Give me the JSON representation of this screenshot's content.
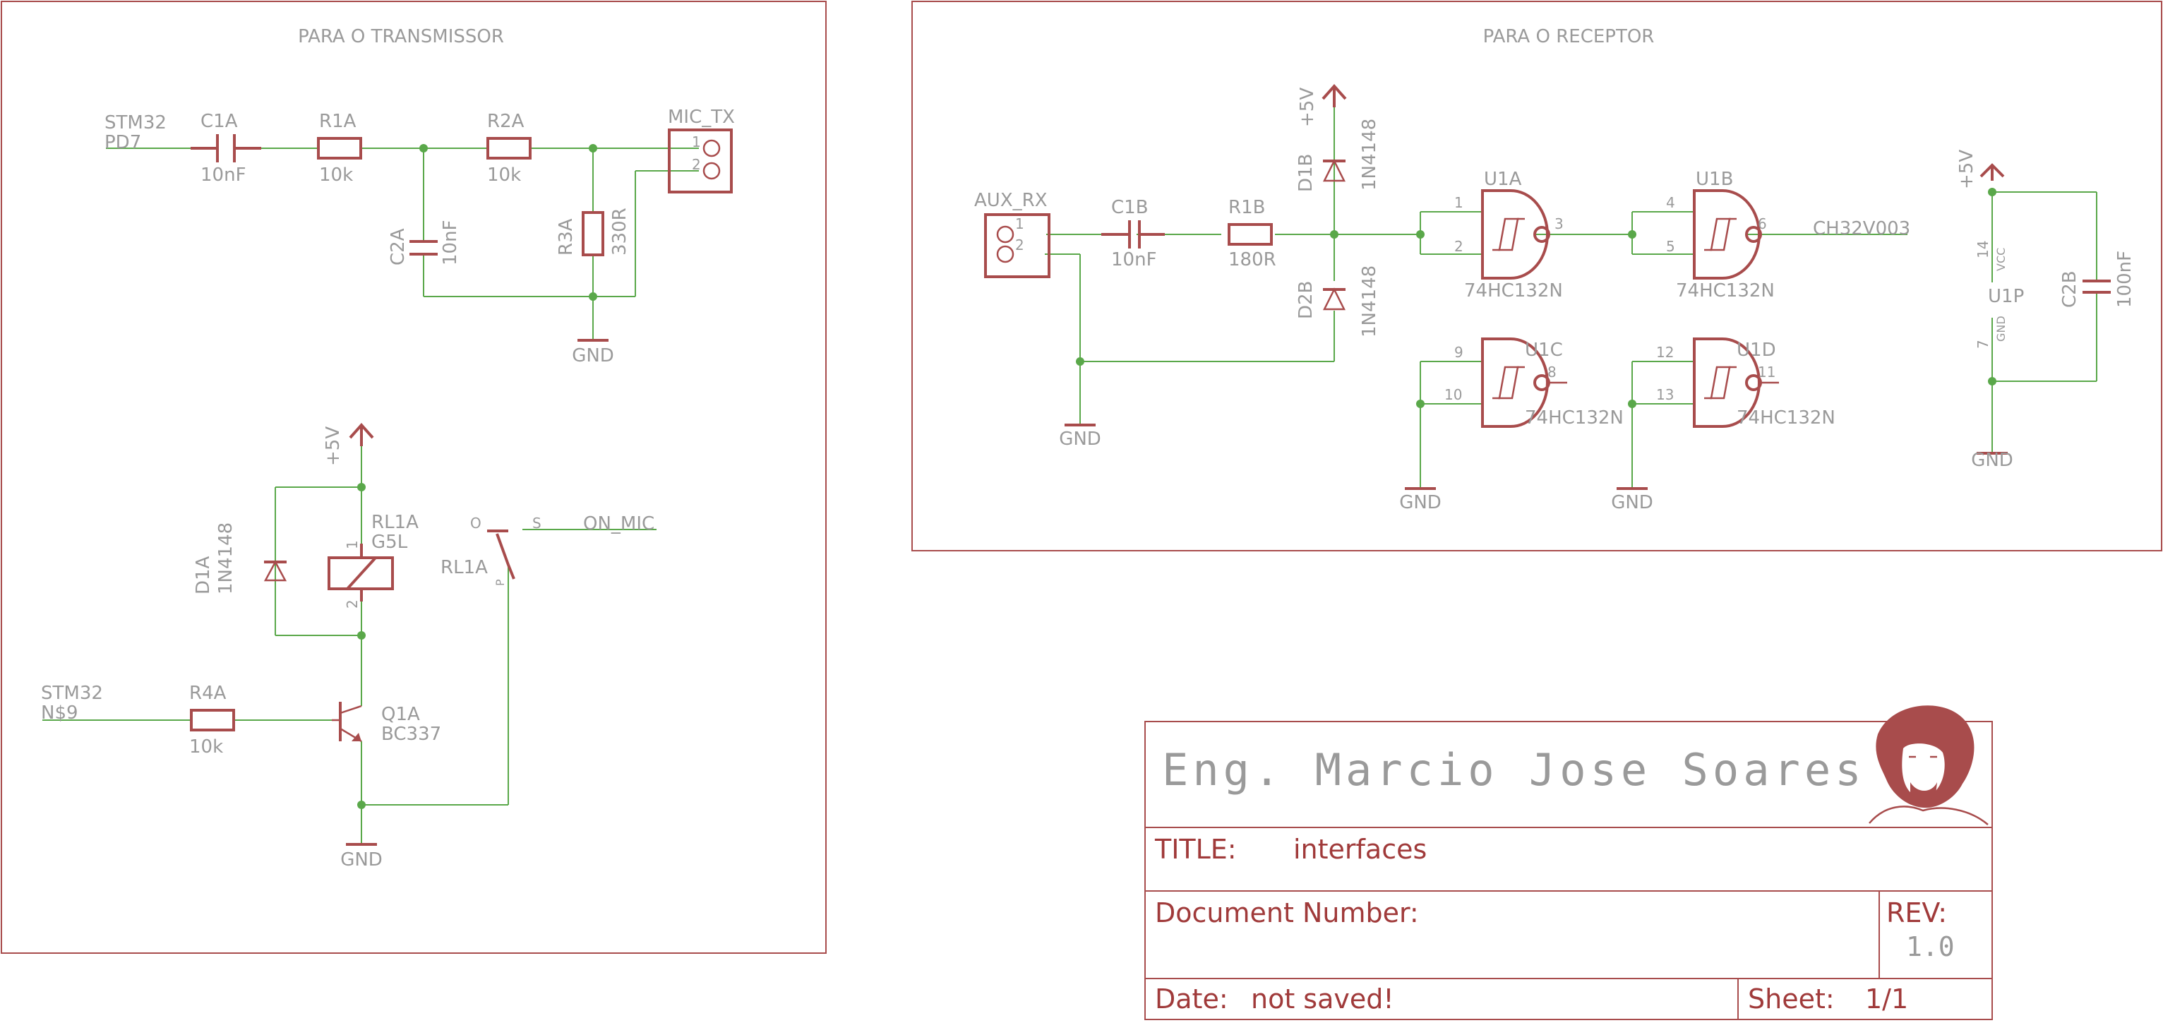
{
  "sections": {
    "transmitter_title": "PARA O TRANSMISSOR",
    "receiver_title": "PARA O RECEPTOR"
  },
  "transmitter": {
    "stm32_a": "STM32",
    "stm32_a_net": "PD7",
    "c1a": "C1A",
    "c1a_val": "10nF",
    "r1a": "R1A",
    "r1a_val": "10k",
    "r2a": "R2A",
    "r2a_val": "10k",
    "c2a": "C2A",
    "c2a_val": "10nF",
    "r3a": "R3A",
    "r3a_val": "330R",
    "mic_tx": "MIC_TX",
    "pin1": "1",
    "pin2": "2",
    "gnd1": "GND",
    "vcc": "+5V",
    "d1a": "D1A",
    "d1a_val": "1N4148",
    "rl1a": "RL1A",
    "rl1a_val": "G5L",
    "rl1a_contact": "RL1A",
    "contact_o": "O",
    "contact_s": "S",
    "contact_p": "P",
    "on_mic": "ON_MIC",
    "coil_pin1": "1",
    "coil_pin2": "2",
    "stm32_b": "STM32",
    "stm32_b_net": "N$9",
    "r4a": "R4A",
    "r4a_val": "10k",
    "q1a": "Q1A",
    "q1a_val": "BC337",
    "gnd2": "GND"
  },
  "receiver": {
    "aux_rx": "AUX_RX",
    "pin1": "1",
    "pin2": "2",
    "c1b": "C1B",
    "c1b_val": "10nF",
    "r1b": "R1B",
    "r1b_val": "180R",
    "vcc": "+5V",
    "d1b": "D1B",
    "d1b_val": "1N4148",
    "d2b": "D2B",
    "d2b_val": "1N4148",
    "gnd": "GND",
    "u1a": "U1A",
    "u1b": "U1B",
    "u1c": "U1C",
    "u1d": "U1D",
    "ic_val": "74HC132N",
    "u1a_p1": "1",
    "u1a_p2": "2",
    "u1a_p3": "3",
    "u1b_p4": "4",
    "u1b_p5": "5",
    "u1b_p6": "6",
    "u1c_p9": "9",
    "u1c_p10": "10",
    "u1c_p8": "8",
    "u1d_p12": "12",
    "u1d_p13": "13",
    "u1d_p11": "11",
    "out_net": "CH32V003",
    "gnd_c": "GND",
    "gnd_d": "GND",
    "u1p": "U1P",
    "u1p_vcc": "VCC",
    "u1p_gnd": "GND",
    "u1p_p14": "14",
    "u1p_p7": "7",
    "pwr_vcc": "+5V",
    "c2b": "C2B",
    "c2b_val": "100nF",
    "pwr_gnd": "GND"
  },
  "title_block": {
    "author": "Eng. Marcio Jose Soares",
    "title_label": "TITLE:",
    "title_value": "interfaces",
    "docnum_label": "Document Number:",
    "rev_label": "REV:",
    "rev_value": "1.0",
    "date_label": "Date:",
    "date_value": "not saved!",
    "sheet_label": "Sheet:",
    "sheet_value": "1/1"
  }
}
